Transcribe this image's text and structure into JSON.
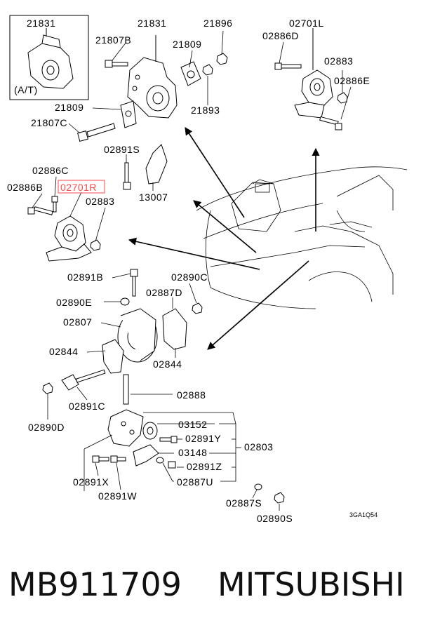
{
  "labels": {
    "l21831a": "21831",
    "at": "(A/T)",
    "l21831b": "21831",
    "l21807b": "21807B",
    "l21809a": "21809",
    "l21896": "21896",
    "l21893": "21893",
    "l21809b": "21809",
    "l21807c": "21807C",
    "l02701l": "02701L",
    "l02886d": "02886D",
    "l02883a": "02883",
    "l02886e": "02886E",
    "l02891s": "02891S",
    "l13007": "13007",
    "l02886c": "02886C",
    "l02886b": "02886B",
    "l02701r": "02701R",
    "l02883b": "02883",
    "l02891b": "02891B",
    "l02890c": "02890C",
    "l02890e": "02890E",
    "l02887d": "02887D",
    "l02807": "02807",
    "l02844a": "02844",
    "l02844b": "02844",
    "l02891c": "02891C",
    "l02890d": "02890D",
    "l02888": "02888",
    "l03152": "03152",
    "l02891y": "02891Y",
    "l03148": "03148",
    "l02803": "02803",
    "l02891z": "02891Z",
    "l02887u": "02887U",
    "l02891x": "02891X",
    "l02891w": "02891W",
    "l02887s": "02887S",
    "l02890s": "02890S",
    "diagram_code": "3GA1Q54"
  },
  "highlight_color": "#ff4a4a",
  "footer": {
    "part_number": "MB911709",
    "brand": "MITSUBISHI"
  }
}
